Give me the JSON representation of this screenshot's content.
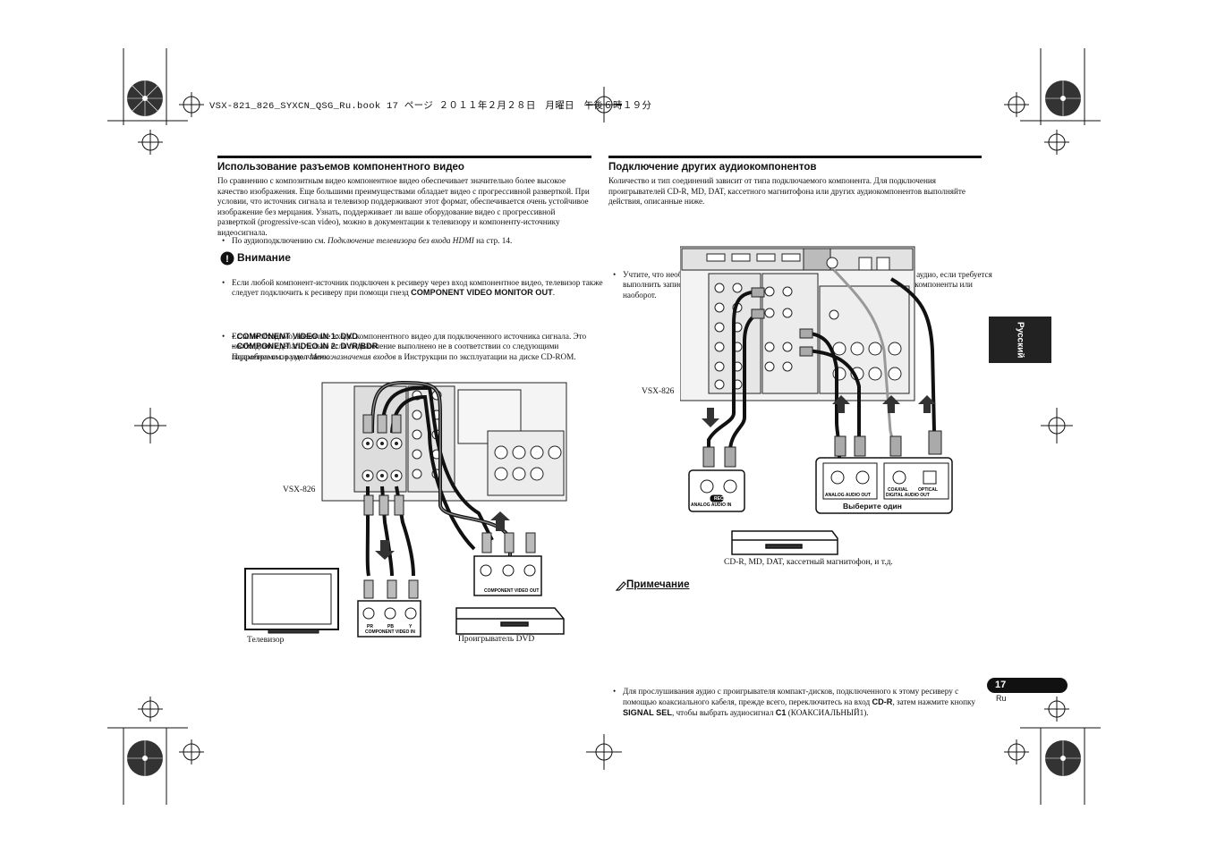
{
  "header": {
    "print_line": "VSX-821_826_SYXCN_QSG_Ru.book  17 ページ  ２０１１年２月２８日　月曜日　午後６時１９分"
  },
  "left": {
    "heading": "Использование разъемов компонентного видео",
    "intro": "По сравнению с композитным видео компонентное видео обеспечивает значительно более высокое качество изображения. Еще большими преимуществами обладает видео с прогрессивной разверткой. При условии, что источник сигнала и телевизор поддерживают этот формат, обеспечивается очень устойчивое изображение без мерцания. Узнать, поддерживает ли ваше оборудование видео с прогрессивной разверткой (progressive-scan video), можно в документации к телевизору и компоненту-источнику видеосигнала.",
    "ref_prefix": "По аудиоподключению см. ",
    "ref_italic": "Подключение телевизора без входа HDMI",
    "ref_suffix": " на стр. 14.",
    "caution_title": "Внимание",
    "caution1_text": "Если любой компонент-источник подключен к ресиверу через вход компонентное видео, телевизор также следует подключить к ресиверу при помощи гнезд ",
    "caution1_bold": "COMPONENT VIDEO MONITOR OUT",
    "caution1_end": ".",
    "caution2_text": "Если необходимо, назначьте входы компонентного видео для подключенного источника сигнала. Это необходимо сделать, только если подключение выполнено не в соответствии со следующими параметрами по умолчанию:",
    "default1": "- COMPONENT VIDEO IN 1: DVD",
    "default2": "- COMPONENT VIDEO IN 2: DVR/BDR",
    "more_prefix": "Подробнее см. раздел ",
    "more_italic": "Меню назначения входов",
    "more_suffix": " в Инструкции по эксплуатации на диске CD-ROM.",
    "model_label": "VSX-826",
    "tv_label": "Телевизор",
    "dvd_label": "Проигрыватель DVD",
    "comp_in_label": "COMPONENT VIDEO IN",
    "comp_out_label": "COMPONENT VIDEO OUT",
    "jack_labels": [
      "PR",
      "PB",
      "Y"
    ]
  },
  "right": {
    "heading": "Подключение других аудиокомпонентов",
    "intro": "Количество и тип соединений зависит от типа подключаемого компонента. Для подключения проигрывателей CD-R, MD, DAT, кассетного магнитофона или других аудиокомпонентов выполняйте действия, описанные ниже.",
    "bullet1": "Учтите, что необходимо подключить цифровые компоненты к гнездам аналогового аудио, если требуется выполнить запись с цифровых компонентов (например, минидиска) на аналоговые компоненты или наоборот.",
    "model_label": "VSX-826",
    "analog_in": "ANALOG AUDIO IN",
    "analog_out": "ANALOG AUDIO OUT",
    "digital_out": "DIGITAL AUDIO OUT",
    "coaxial": "COAXIAL",
    "optical": "OPTICAL",
    "rec": "REC",
    "choose_one": "Выберите один",
    "recorder_caption": "CD-R, MD, DAT, кассетный магнитофон, и т.д.",
    "note_title": "Примечание",
    "note_text1": "Для прослушивания аудио с проигрывателя компакт-дисков, подключенного к этому ресиверу с помощью коаксиального кабеля, прежде всего, переключитесь на вход ",
    "note_bold1": "CD-R",
    "note_text2": ", затем нажмите кнопку ",
    "note_bold2": "SIGNAL SEL",
    "note_text3": ", чтобы выбрать аудиосигнал ",
    "note_bold3": "C1",
    "note_text4": " (КОАКСИАЛЬНЫЙ1)."
  },
  "side_tab": "Русский",
  "page_number": "17",
  "page_lang": "Ru"
}
